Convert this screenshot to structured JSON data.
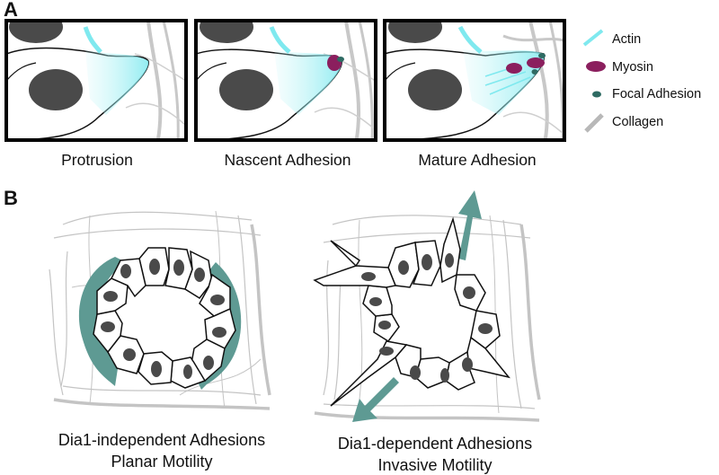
{
  "panel_a": {
    "letter": "A",
    "captions": [
      "Protrusion",
      "Nascent Adhesion",
      "Mature Adhesion"
    ]
  },
  "legend": {
    "items": [
      {
        "label": "Actin",
        "color": "#7fe9ef"
      },
      {
        "label": "Myosin",
        "color": "#8b1f5e"
      },
      {
        "label": "Focal Adhesion",
        "color": "#2f6b63"
      },
      {
        "label": "Collagen",
        "color": "#b8b8b8"
      }
    ]
  },
  "panel_b": {
    "letter": "B",
    "left": {
      "line1": "Dia1-independent Adhesions",
      "line2": "Planar Motility"
    },
    "right": {
      "line1": "Dia1-dependent Adhesions",
      "line2": "Invasive Motility"
    }
  },
  "colors": {
    "nucleus": "#4a4a4a",
    "arrow": "#5e9a93",
    "collagen": "#c4c4c4",
    "outline": "#111111"
  }
}
